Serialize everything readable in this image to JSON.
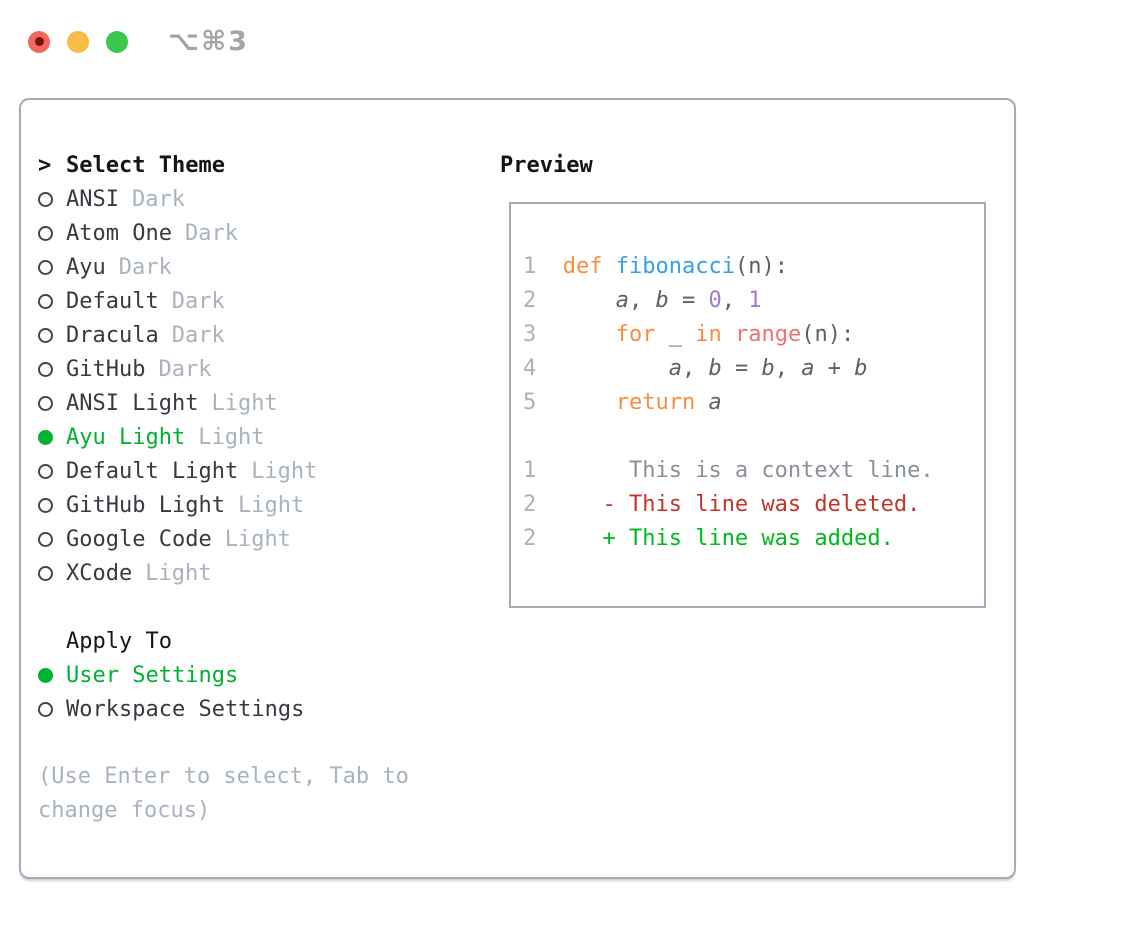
{
  "window": {
    "title": "⌥⌘3"
  },
  "theme_panel": {
    "header": {
      "caret": ">",
      "label": "Select Theme"
    },
    "items": [
      {
        "label": "ANSI",
        "variant": "Dark",
        "selected": false
      },
      {
        "label": "Atom One",
        "variant": "Dark",
        "selected": false
      },
      {
        "label": "Ayu",
        "variant": "Dark",
        "selected": false
      },
      {
        "label": "Default",
        "variant": "Dark",
        "selected": false
      },
      {
        "label": "Dracula",
        "variant": "Dark",
        "selected": false
      },
      {
        "label": "GitHub",
        "variant": "Dark",
        "selected": false
      },
      {
        "label": "ANSI Light",
        "variant": "Light",
        "selected": false
      },
      {
        "label": "Ayu Light",
        "variant": "Light",
        "selected": true
      },
      {
        "label": "Default Light",
        "variant": "Light",
        "selected": false
      },
      {
        "label": "GitHub Light",
        "variant": "Light",
        "selected": false
      },
      {
        "label": "Google Code",
        "variant": "Light",
        "selected": false
      },
      {
        "label": "XCode",
        "variant": "Light",
        "selected": false
      }
    ],
    "apply_to": {
      "label": "Apply To",
      "options": [
        {
          "label": "User Settings",
          "selected": true
        },
        {
          "label": "Workspace Settings",
          "selected": false
        }
      ]
    },
    "hint": "(Use Enter to select, Tab to change focus)"
  },
  "preview": {
    "label": "Preview",
    "code_lines": [
      {
        "number": "1",
        "segments": [
          {
            "t": "  ",
            "s": "fg"
          },
          {
            "t": "def",
            "s": "kw"
          },
          {
            "t": " ",
            "s": "fg"
          },
          {
            "t": "fibonacci",
            "s": "fn"
          },
          {
            "t": "(n):",
            "s": "fg"
          }
        ]
      },
      {
        "number": "2",
        "segments": [
          {
            "t": "      ",
            "s": "fg"
          },
          {
            "t": "a",
            "s": "var"
          },
          {
            "t": ", ",
            "s": "fg"
          },
          {
            "t": "b",
            "s": "var"
          },
          {
            "t": " = ",
            "s": "fg"
          },
          {
            "t": "0",
            "s": "const"
          },
          {
            "t": ", ",
            "s": "fg"
          },
          {
            "t": "1",
            "s": "const"
          }
        ]
      },
      {
        "number": "3",
        "segments": [
          {
            "t": "      ",
            "s": "fg"
          },
          {
            "t": "for",
            "s": "kw"
          },
          {
            "t": " _ ",
            "s": "fg"
          },
          {
            "t": "in",
            "s": "kw"
          },
          {
            "t": " ",
            "s": "fg"
          },
          {
            "t": "range",
            "s": "builtin"
          },
          {
            "t": "(n):",
            "s": "fg"
          }
        ]
      },
      {
        "number": "4",
        "segments": [
          {
            "t": "          ",
            "s": "fg"
          },
          {
            "t": "a",
            "s": "var"
          },
          {
            "t": ", ",
            "s": "fg"
          },
          {
            "t": "b",
            "s": "var"
          },
          {
            "t": " = ",
            "s": "fg"
          },
          {
            "t": "b",
            "s": "var"
          },
          {
            "t": ", ",
            "s": "fg"
          },
          {
            "t": "a",
            "s": "var"
          },
          {
            "t": " + ",
            "s": "fg"
          },
          {
            "t": "b",
            "s": "var"
          }
        ]
      },
      {
        "number": "5",
        "segments": [
          {
            "t": "      ",
            "s": "fg"
          },
          {
            "t": "return",
            "s": "kw"
          },
          {
            "t": " ",
            "s": "fg"
          },
          {
            "t": "a",
            "s": "var"
          }
        ]
      },
      {
        "number": "",
        "segments": []
      },
      {
        "number": "1",
        "segments": [
          {
            "t": "       ",
            "s": "fg"
          },
          {
            "t": "This is a context line.",
            "s": "ctx"
          }
        ]
      },
      {
        "number": "2",
        "segments": [
          {
            "t": "     ",
            "s": "fg"
          },
          {
            "t": "- This line was deleted.",
            "s": "del"
          }
        ]
      },
      {
        "number": "2",
        "segments": [
          {
            "t": "     ",
            "s": "fg"
          },
          {
            "t": "+ This line was added.",
            "s": "add"
          }
        ]
      }
    ]
  },
  "colors": {
    "accent_green": "#00b233",
    "muted": "#a9b3bd",
    "text_dark": "#363b41",
    "heading": "#131619",
    "border": "#a3acb7",
    "line_number": "#a9b3bd",
    "code_fg": "#5c6166",
    "keyword": "#fa8d3e",
    "function_name": "#399ee6",
    "number_const": "#a37acc",
    "builtin": "#f07171",
    "context": "#8a9199",
    "deleted": "#c5342b",
    "added": "#00b81f",
    "traffic_red": "#f2685c",
    "traffic_yellow": "#f7bd45",
    "traffic_green": "#3bc64c",
    "title_gray": "#a4a4a4"
  }
}
